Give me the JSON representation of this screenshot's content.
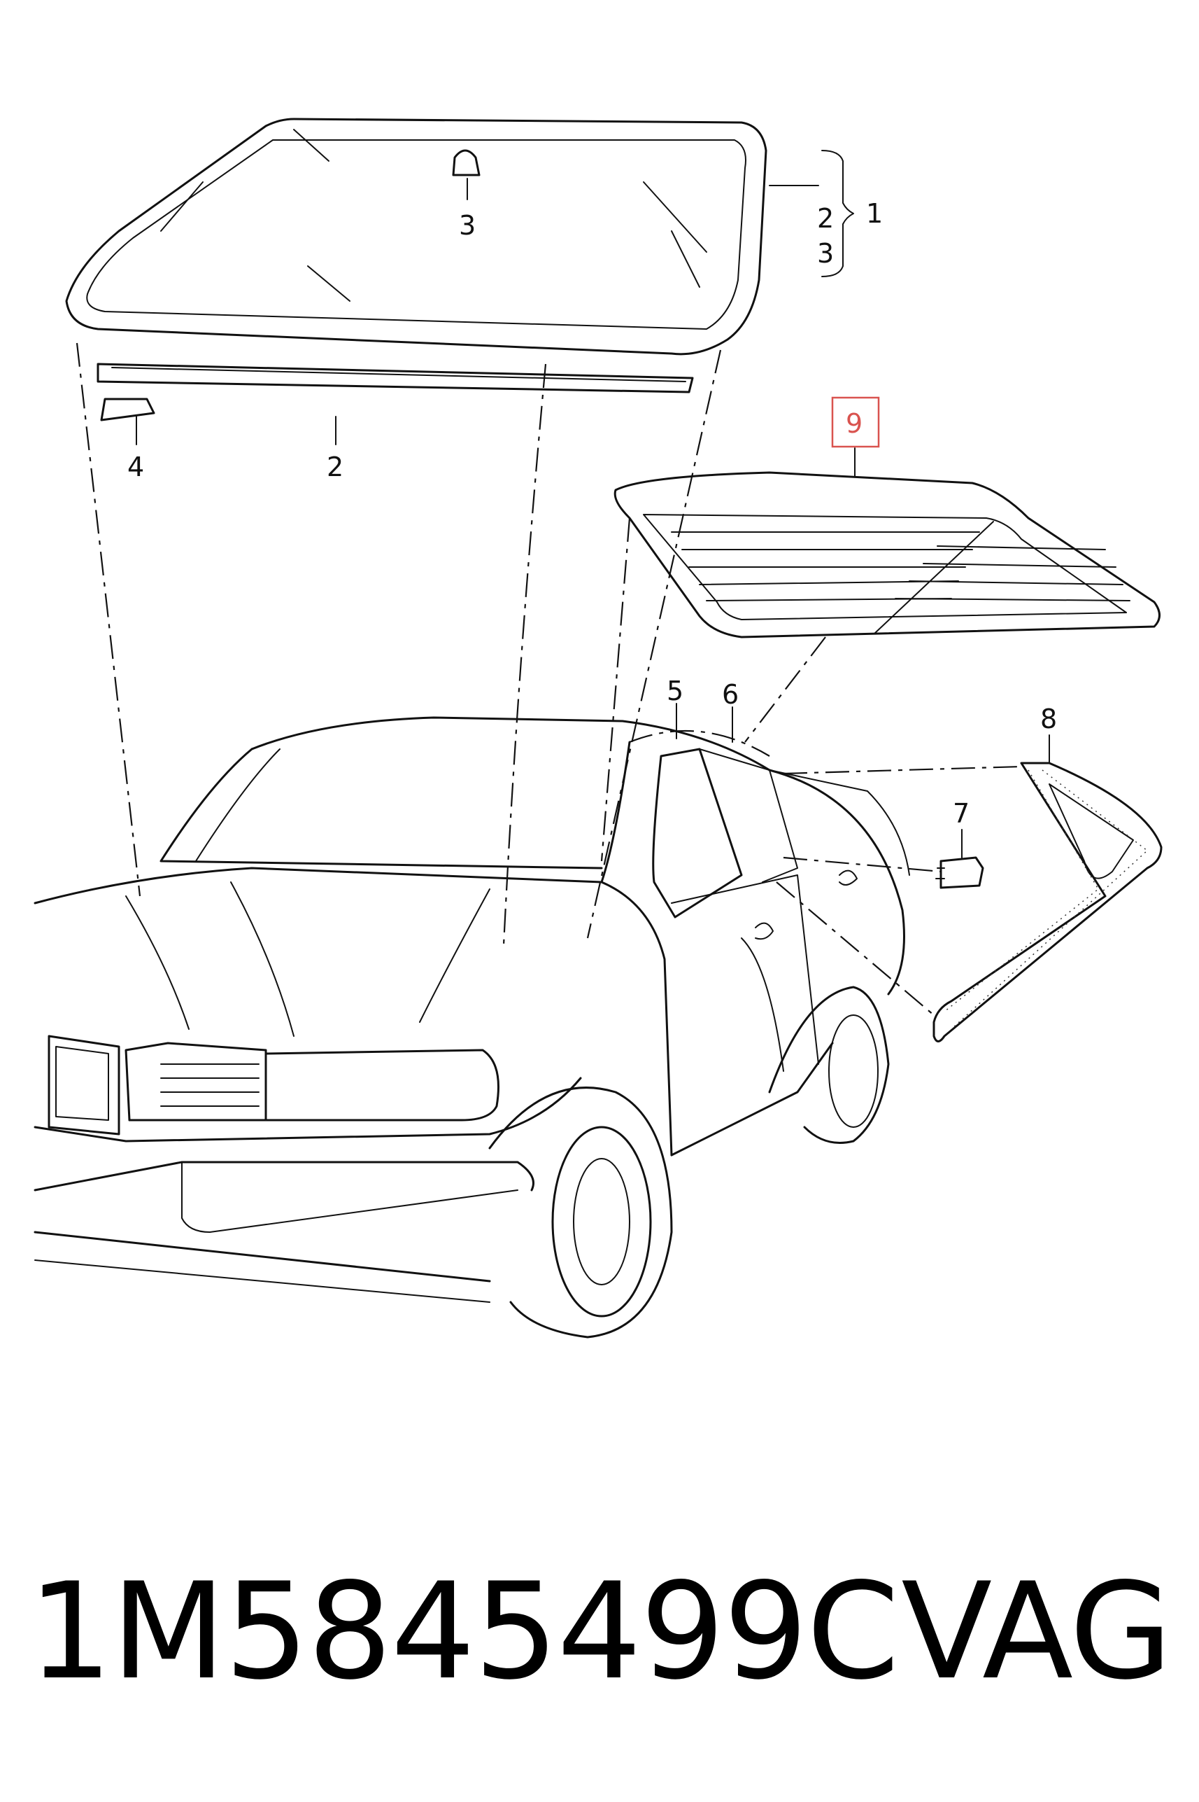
{
  "callouts": {
    "c1": "1",
    "c2a": "2",
    "c3a": "3",
    "c3b": "3",
    "c4": "4",
    "c2b": "2",
    "c9": "9",
    "c5": "5",
    "c6": "6",
    "c8": "8",
    "c7": "7"
  },
  "highlighted_callout": "9",
  "footer": {
    "part_number": "1M5845499C",
    "brand": "VAG"
  },
  "colors": {
    "highlight": "#d9534f",
    "ink": "#111111"
  }
}
